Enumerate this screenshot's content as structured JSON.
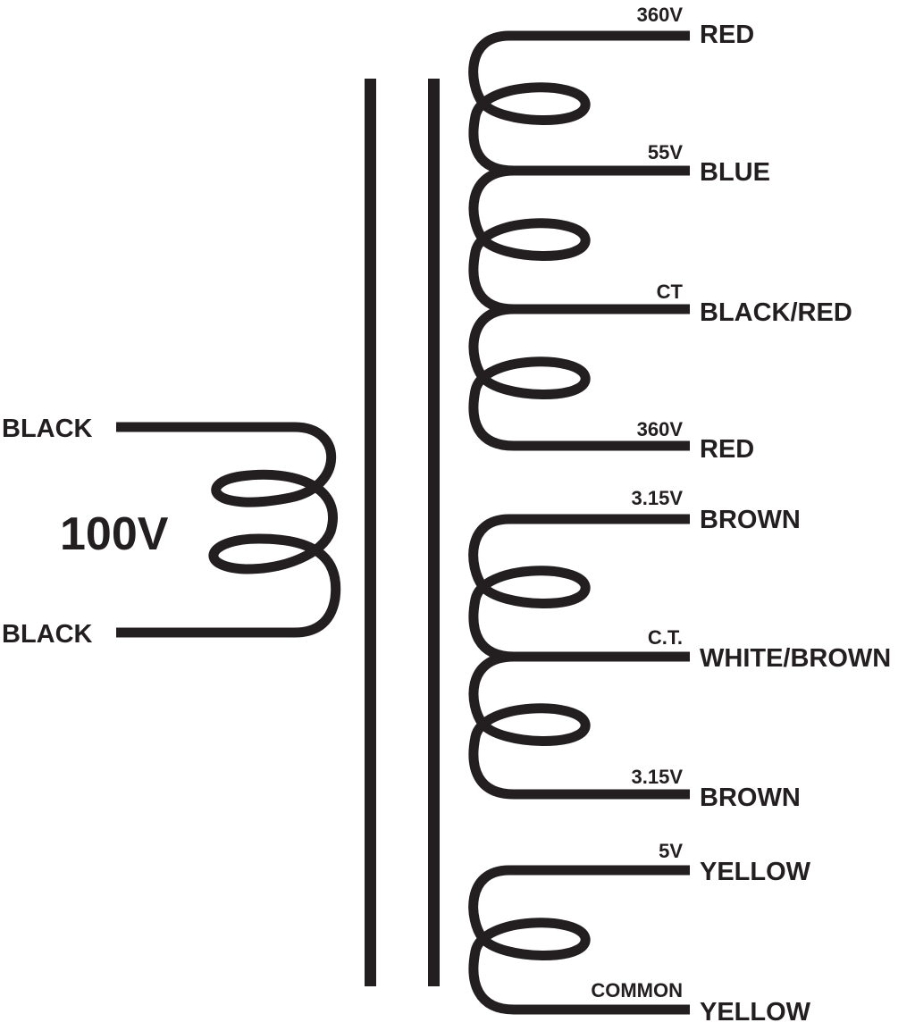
{
  "primary": {
    "voltage": "100V",
    "lead_top": "BLACK",
    "lead_bottom": "BLACK"
  },
  "secondaries": [
    {
      "taps": [
        {
          "voltage": "360V",
          "color": "RED"
        },
        {
          "voltage": "55V",
          "color": "BLUE"
        },
        {
          "voltage": "CT",
          "color": "BLACK/RED"
        },
        {
          "voltage": "360V",
          "color": "RED"
        }
      ]
    },
    {
      "taps": [
        {
          "voltage": "3.15V",
          "color": "BROWN"
        },
        {
          "voltage": "C.T.",
          "color": "WHITE/BROWN"
        },
        {
          "voltage": "3.15V",
          "color": "BROWN"
        }
      ]
    },
    {
      "taps": [
        {
          "voltage": "5V",
          "color": "YELLOW"
        },
        {
          "voltage": "COMMON",
          "color": "YELLOW"
        }
      ]
    }
  ]
}
